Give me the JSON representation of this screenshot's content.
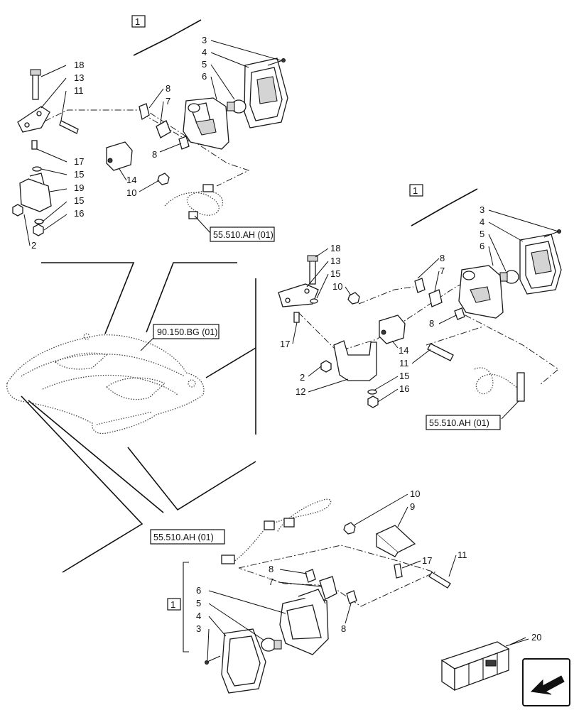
{
  "assembly_label": "1",
  "callouts": {
    "c1": "3",
    "c2": "4",
    "c3": "5",
    "c4": "6",
    "c5": "18",
    "c6": "13",
    "c7": "11",
    "c8": "8",
    "c9": "7",
    "c10": "8",
    "c11": "17",
    "c12": "15",
    "c13": "14",
    "c14": "19",
    "c15": "15",
    "c16": "10",
    "c17": "16",
    "c18": "2",
    "c19": "3",
    "c20": "4",
    "c21": "5",
    "c22": "6",
    "c23": "18",
    "c24": "13",
    "c25": "15",
    "c26": "10",
    "c27": "8",
    "c28": "7",
    "c29": "8",
    "c30": "17",
    "c31": "14",
    "c32": "11",
    "c33": "2",
    "c34": "15",
    "c35": "12",
    "c36": "16",
    "c37": "10",
    "c38": "9",
    "c39": "8",
    "c40": "17",
    "c41": "11",
    "c42": "7",
    "c43": "6",
    "c44": "5",
    "c45": "4",
    "c46": "3",
    "c47": "8",
    "c48": "20"
  },
  "references": {
    "ref_top": "55.510.AH (01)",
    "ref_right": "55.510.AH (01)",
    "ref_bottom": "55.510.AH (01)",
    "ref_roof": "90.150.BG (01)"
  },
  "nav_icon": "arrow-back-icon"
}
